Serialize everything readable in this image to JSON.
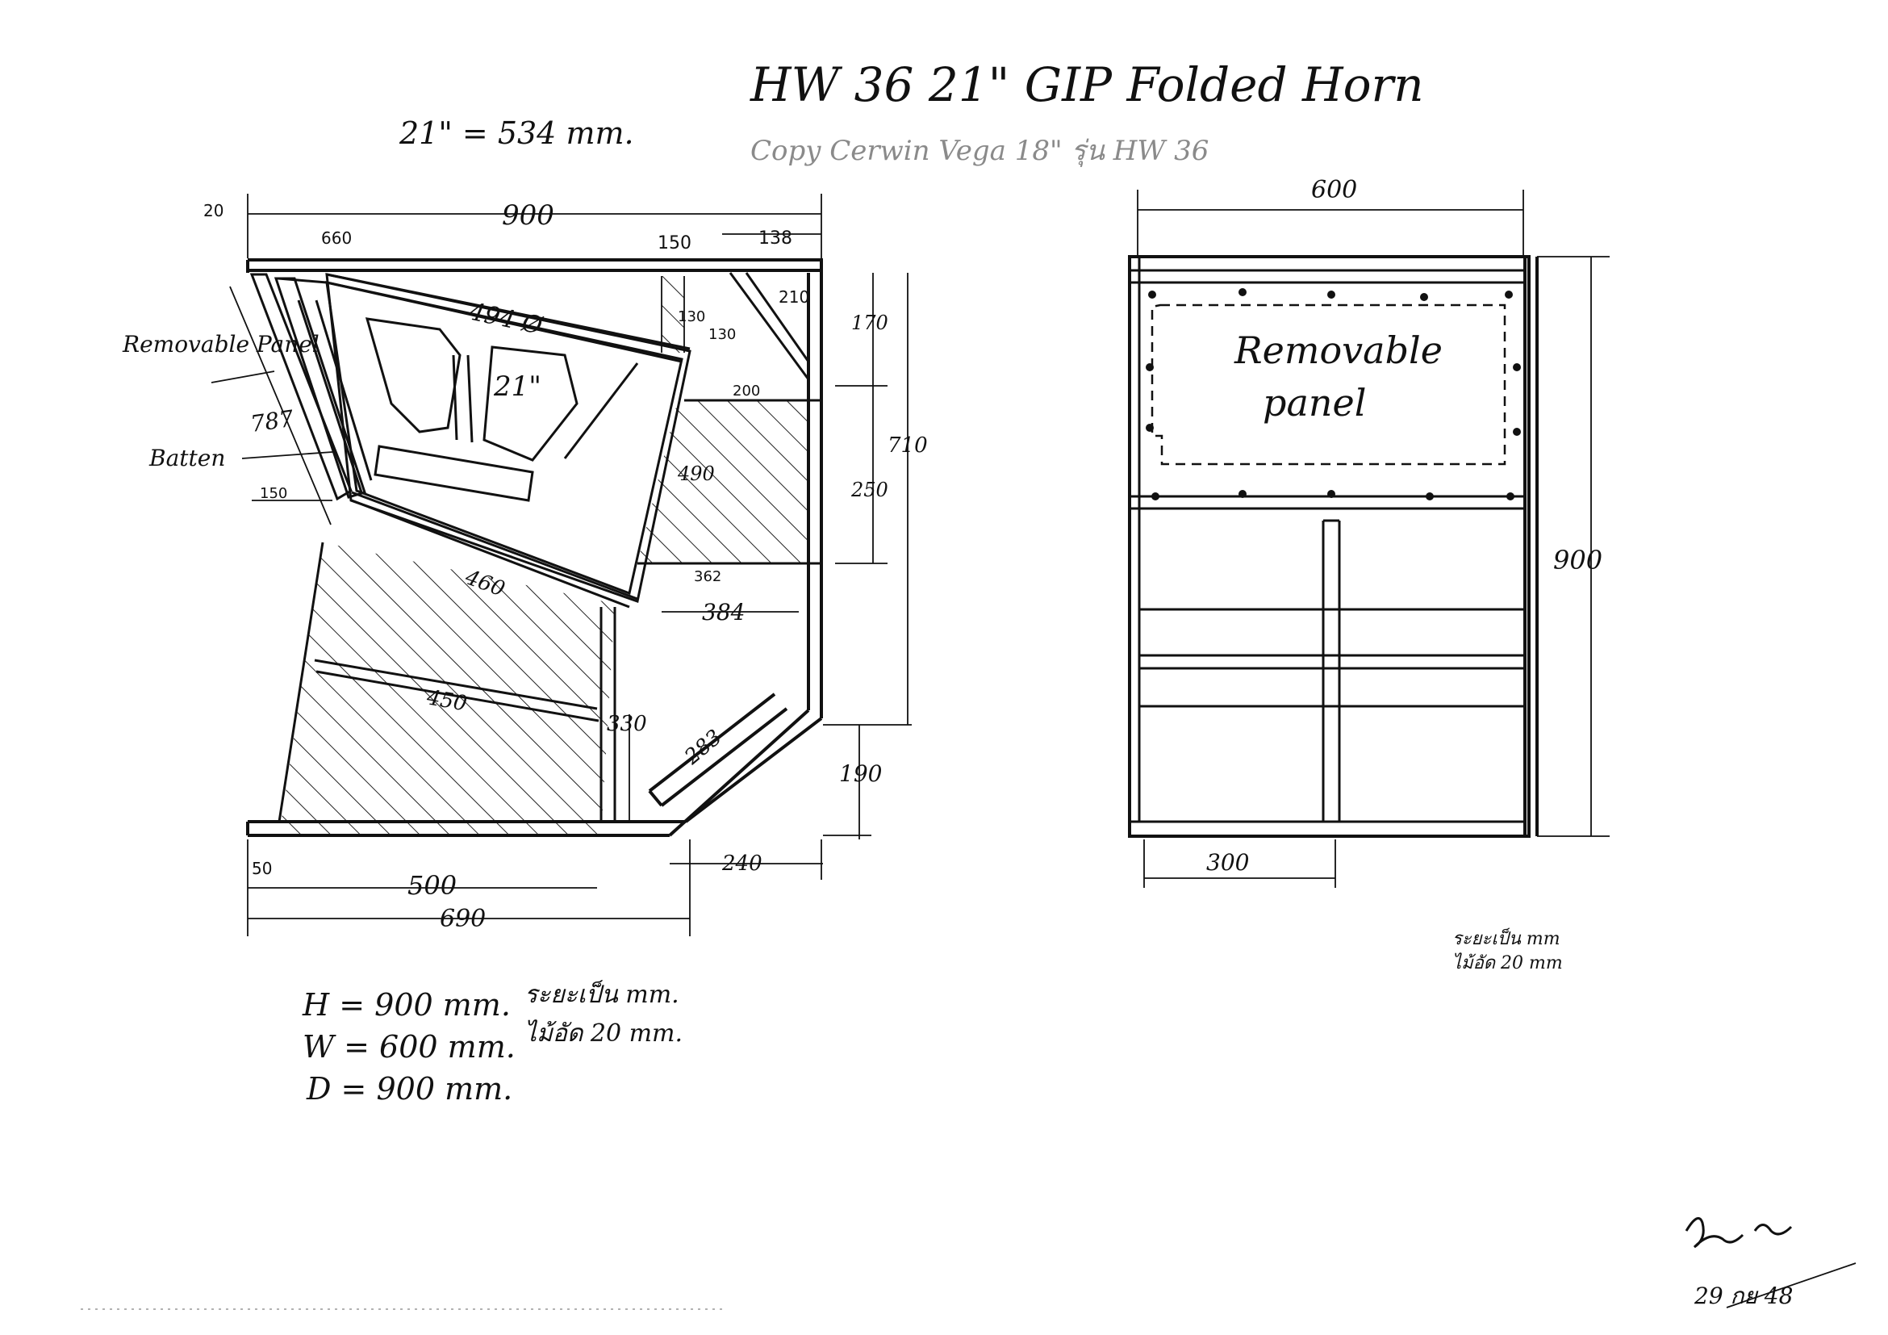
{
  "title": "HW 36  21\" GIP Folded Horn",
  "subtitle": "Copy Cerwin Vega 18\" รุ่น HW 36",
  "conversion_note": "21\" = 534 mm.",
  "side_view": {
    "labels": {
      "removable_panel": "Removable Panel",
      "batten": "Batten",
      "driver": "21\"",
      "driver_dim": "494 Ø"
    },
    "dims": {
      "d900": "900",
      "d20": "20",
      "d660": "660",
      "d150_top": "150",
      "d138": "138",
      "d210": "210",
      "d130a": "130",
      "d130b": "130",
      "d170": "170",
      "d200": "200",
      "d710": "710",
      "d787": "787",
      "d490": "490",
      "d250": "250",
      "d150_left": "150",
      "d362": "362",
      "d460": "460",
      "d384": "384",
      "d450": "450",
      "d330": "330",
      "d283": "283",
      "d190": "190",
      "d50": "50",
      "d500": "500",
      "d240": "240",
      "d690": "690"
    }
  },
  "front_view": {
    "labels": {
      "removable_panel_line1": "Removable",
      "removable_panel_line2": "panel"
    },
    "dims": {
      "width": "600",
      "height": "900",
      "half": "300"
    }
  },
  "specs": {
    "h": "H = 900 mm.",
    "w": "W = 600 mm.",
    "d": "D = 900 mm.",
    "units_note": "ระยะเป็น mm.",
    "wood_note": "ไม้อัด 20 mm."
  },
  "right_note": {
    "line1": "ระยะเป็น mm",
    "line2": "ไม้อัด 20 mm"
  },
  "signature": {
    "date": "29 กย 48"
  }
}
